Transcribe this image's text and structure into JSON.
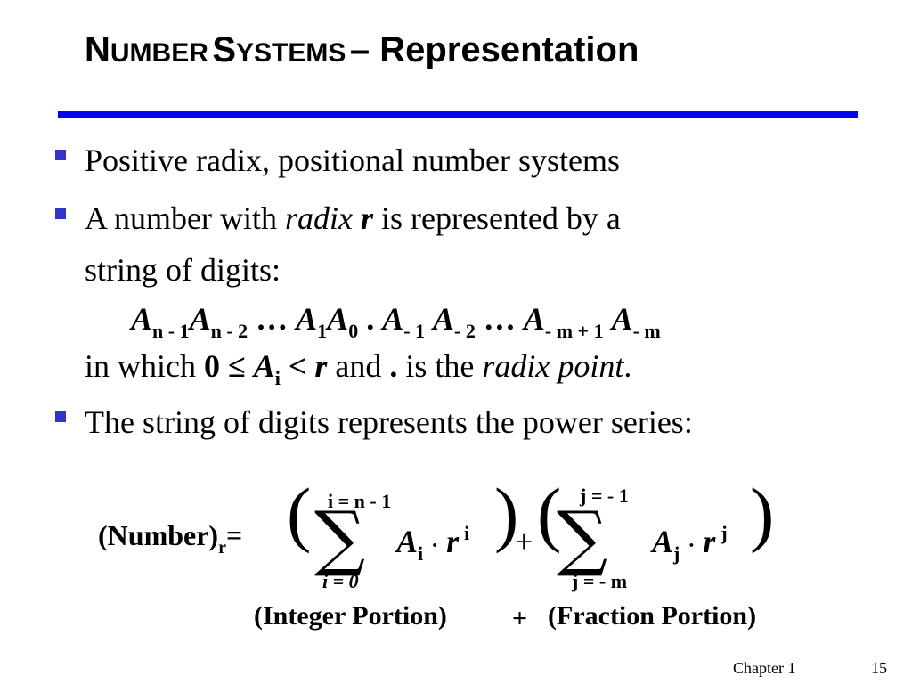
{
  "title": {
    "n_cap": "N",
    "n_rest": "UMBER",
    "s_cap": "S",
    "s_rest": "YSTEMS",
    "dash": "– ",
    "main": "Representation"
  },
  "bullets": [
    {
      "text": "Positive radix, positional number systems"
    },
    {
      "part1": "A number with ",
      "radix": "radix",
      "r": "r",
      "part2": " is represented by a",
      "line2": "string of digits:"
    },
    {
      "text": "The string of digits represents the power series:"
    }
  ],
  "digit_string": {
    "A": "A",
    "subs": [
      "n - 1",
      "n - 2",
      "1",
      "0",
      "- 1",
      "- 2",
      "- m + 1",
      "- m"
    ],
    "ellipsis": "…",
    "dot": "."
  },
  "in_which": {
    "prefix": "in which ",
    "zero": "0",
    "leq": "≤",
    "A": "A",
    "i": "i",
    "lt": "<",
    "r": "r",
    "and": " and ",
    "dot": ".",
    "is_the": " is the ",
    "radix_point": "radix point",
    "period": "."
  },
  "formula": {
    "lhs_open": "(",
    "lhs_word": "Number",
    "lhs_close": ")",
    "lhs_sub": "r",
    "equals": "=",
    "open_paren": "(",
    "close_paren": ")",
    "sigma": "∑",
    "plus": "+",
    "sum1_top": "i = n - 1",
    "sum1_bottom": "i = 0",
    "sum2_top": "j = - 1",
    "sum2_bottom": "j = - m",
    "A": "A",
    "i": "i",
    "j": "j",
    "dot": "·",
    "r": "r"
  },
  "portions": {
    "integer": "(Integer Portion)",
    "plus": "+",
    "fraction": "(Fraction Portion)"
  },
  "footer": {
    "chapter": "Chapter 1",
    "page": "15"
  }
}
